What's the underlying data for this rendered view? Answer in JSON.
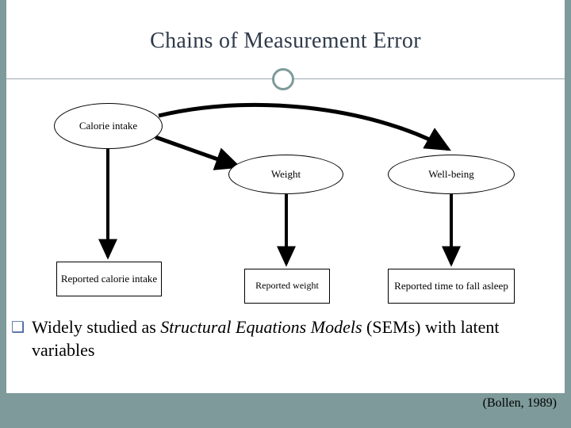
{
  "slide": {
    "title": "Chains of Measurement Error",
    "citation": "(Bollen, 1989)",
    "accent_color": "#7e9a9a",
    "bullet_marker_color": "#3a5a9a"
  },
  "diagram": {
    "nodes": [
      {
        "id": "calorie-intake",
        "label": "Calorie intake",
        "type": "latent"
      },
      {
        "id": "weight",
        "label": "Weight",
        "type": "latent"
      },
      {
        "id": "wellbeing",
        "label": "Well-being",
        "type": "latent"
      },
      {
        "id": "reported-calorie",
        "label": "Reported calorie intake",
        "type": "observed"
      },
      {
        "id": "reported-weight",
        "label": "Reported weight",
        "type": "observed"
      },
      {
        "id": "reported-sleep",
        "label": "Reported time to fall asleep",
        "type": "observed"
      }
    ],
    "edges": [
      {
        "from": "calorie-intake",
        "to": "weight"
      },
      {
        "from": "calorie-intake",
        "to": "wellbeing"
      },
      {
        "from": "calorie-intake",
        "to": "reported-calorie"
      },
      {
        "from": "weight",
        "to": "reported-weight"
      },
      {
        "from": "wellbeing",
        "to": "reported-sleep"
      }
    ]
  },
  "body": {
    "bullet_marker": "❑",
    "bullet_part1": "Widely studied as ",
    "bullet_emphasis": "Structural Equations Models",
    "bullet_part2": " (SEMs) with latent variables"
  }
}
